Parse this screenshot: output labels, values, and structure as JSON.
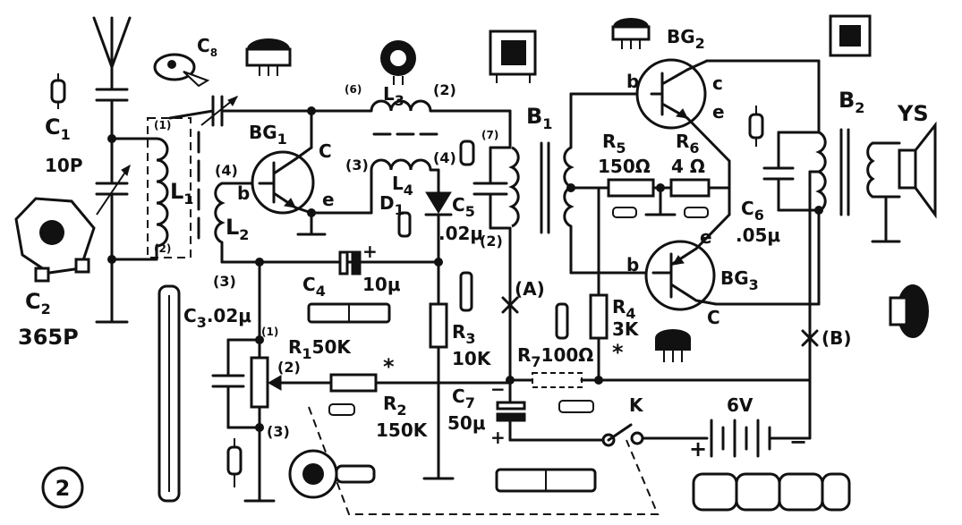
{
  "figure_number": "2",
  "antenna": {},
  "labels": {
    "c1": "C",
    "c1_sub": "1",
    "c1_value": "10P",
    "c2": "C",
    "c2_sub": "2",
    "c2_value": "365P",
    "c3": "C",
    "c3_sub": "3",
    "c3_value": ".02μ",
    "c4": "C",
    "c4_sub": "4",
    "c4_value": "10μ",
    "c5": "C",
    "c5_sub": "5",
    "c5_value": ".02μ",
    "c6": "C",
    "c6_sub": "6",
    "c6_value": ".05μ",
    "c7": "C",
    "c7_sub": "7",
    "c7_value": "50μ",
    "c8": "C",
    "c8_sub": "8",
    "l1": "L",
    "l1_sub": "1",
    "l2": "L",
    "l2_sub": "2",
    "l3": "L",
    "l3_sub": "3",
    "l4": "L",
    "l4_sub": "4",
    "d1": "D",
    "d1_sub": "1",
    "bg1": "BG",
    "bg1_sub": "1",
    "bg2": "BG",
    "bg2_sub": "2",
    "bg3": "BG",
    "bg3_sub": "3",
    "b1": "B",
    "b1_sub": "1",
    "b2": "B",
    "b2_sub": "2",
    "r1": "R",
    "r1_sub": "1",
    "r1_value": "50K",
    "r2": "R",
    "r2_sub": "2",
    "r2_value": "150K",
    "r3": "R",
    "r3_sub": "3",
    "r3_value": "10K",
    "r4": "R",
    "r4_sub": "4",
    "r4_value": "3K",
    "r5": "R",
    "r5_sub": "5",
    "r5_value": "150Ω",
    "r6": "R",
    "r6_sub": "6",
    "r6_value": "4 Ω",
    "r7": "R",
    "r7_sub": "7",
    "r7_value": "100Ω",
    "battery": "6V",
    "switch": "K",
    "speaker": "YS",
    "point_a": "(A)",
    "point_b": "(B)",
    "asterisk": "*",
    "plus": "+",
    "minus": "−",
    "pin_b": "b",
    "pin_c": "C",
    "pin_c_lower": "c",
    "pin_e": "e",
    "tap_1": "(1)",
    "tap_2": "(2)",
    "tap_3": "(3)",
    "tap_4": "(4)",
    "tap_6": "(6)",
    "tap_7": "(7)"
  },
  "colors": {
    "ink": "#111111",
    "paper": "#ffffff"
  }
}
